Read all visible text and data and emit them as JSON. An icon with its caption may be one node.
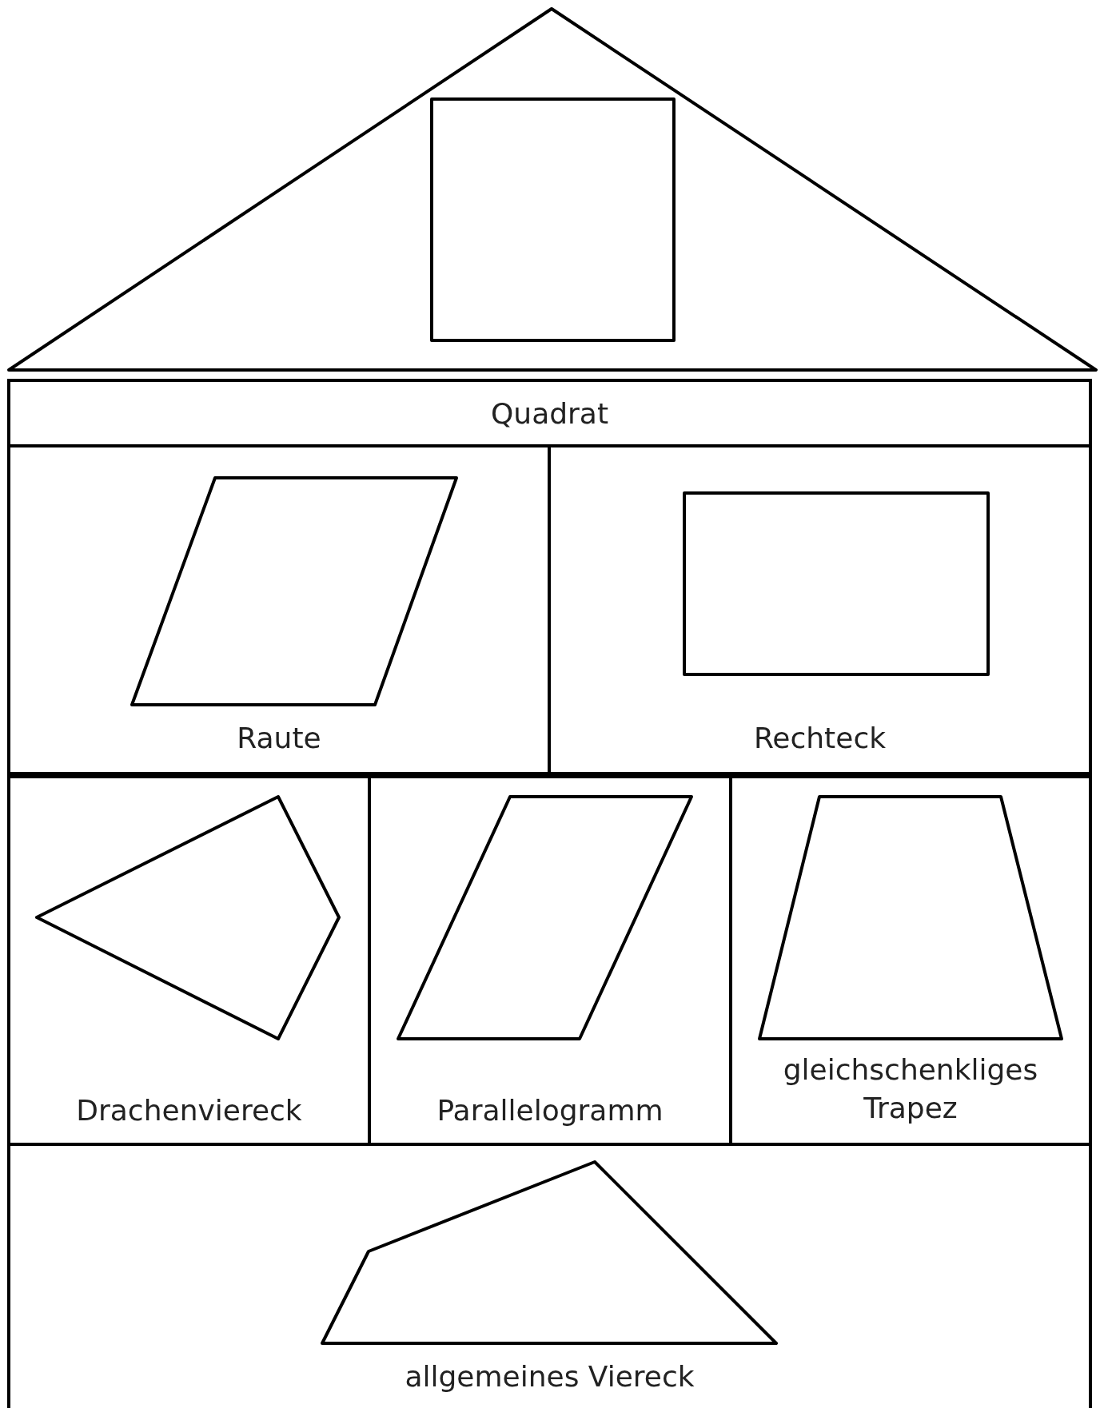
{
  "diagram": {
    "nodes": [
      {
        "text": [
          "Quadrat"
        ]
      },
      {
        "text": [
          "Raute"
        ]
      },
      {
        "text": [
          "Rechteck"
        ]
      },
      {
        "text": [
          "Drachenviereck"
        ]
      },
      {
        "text": [
          "Parallelogramm"
        ]
      },
      {
        "text": [
          "gleichschenkliges Trapez"
        ]
      },
      {
        "text": [
          "allgemeines Viereck"
        ]
      }
    ]
  }
}
